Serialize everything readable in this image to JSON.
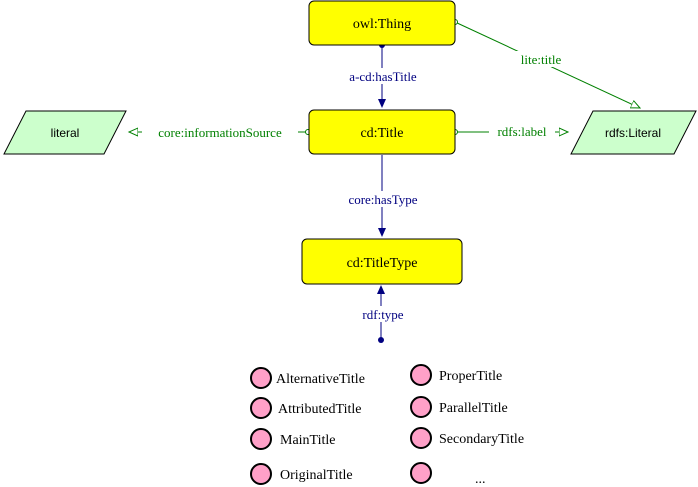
{
  "colors": {
    "class_fill": "#ffff00",
    "literal_fill": "#ccffcc",
    "individual_fill": "#ffa0c8",
    "object_property": "#000080",
    "datatype_property": "#008000",
    "outline": "#000000"
  },
  "nodes": {
    "owl_thing": "owl:Thing",
    "cd_title": "cd:Title",
    "cd_title_type": "cd:TitleType",
    "literal": "literal",
    "rdfs_literal": "rdfs:Literal"
  },
  "edges": {
    "has_title": "a-cd:hasTitle",
    "has_type": "core:hasType",
    "rdf_type": "rdf:type",
    "information_source": "core:informationSource",
    "rdfs_label": "rdfs:label",
    "lite_title": "lite:title"
  },
  "individuals": [
    {
      "label": "AlternativeTitle"
    },
    {
      "label": "AttributedTitle"
    },
    {
      "label": "MainTitle"
    },
    {
      "label": "OriginalTitle"
    },
    {
      "label": "ProperTitle"
    },
    {
      "label": "ParallelTitle"
    },
    {
      "label": "SecondaryTitle"
    },
    {
      "label": "..."
    }
  ]
}
